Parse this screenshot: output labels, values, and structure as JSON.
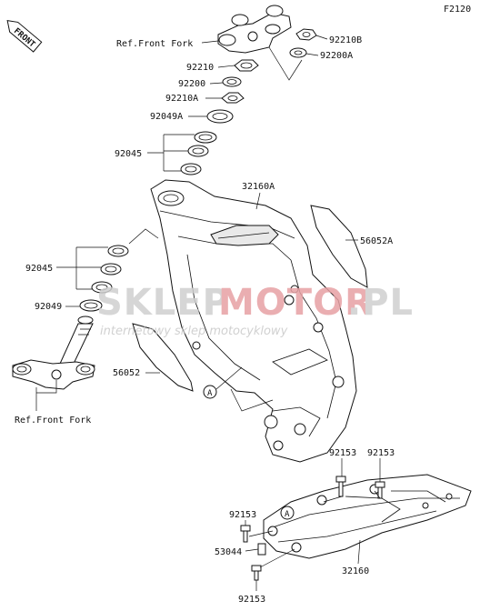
{
  "figure_code": "F2120",
  "front_tag": "FRONT",
  "callout_letter": "A",
  "watermark": {
    "brand_left": "SKLEP",
    "brand_right": "MOTOR",
    "brand_tld": ".PL",
    "tagline": "internetowy sklep motocyklowy",
    "colors": {
      "left": "#cfcfcf",
      "right": "#e7a1a4",
      "tagline": "#c9c9c9"
    }
  },
  "labels": {
    "ref_front_fork_top": "Ref.Front Fork",
    "ref_front_fork_bottom": "Ref.Front Fork",
    "p92210B": "92210B",
    "p92200A": "92200A",
    "p92210": "92210",
    "p92200": "92200",
    "p92210A": "92210A",
    "p92049A": "92049A",
    "p92045_top": "92045",
    "p32160A": "32160A",
    "p56052A": "56052A",
    "p92045_bottom": "92045",
    "p92049": "92049",
    "p56052": "56052",
    "p92153_a": "92153",
    "p92153_b": "92153",
    "p92153_c": "92153",
    "p53044": "53044",
    "p32160": "32160",
    "p92153_d": "92153"
  }
}
